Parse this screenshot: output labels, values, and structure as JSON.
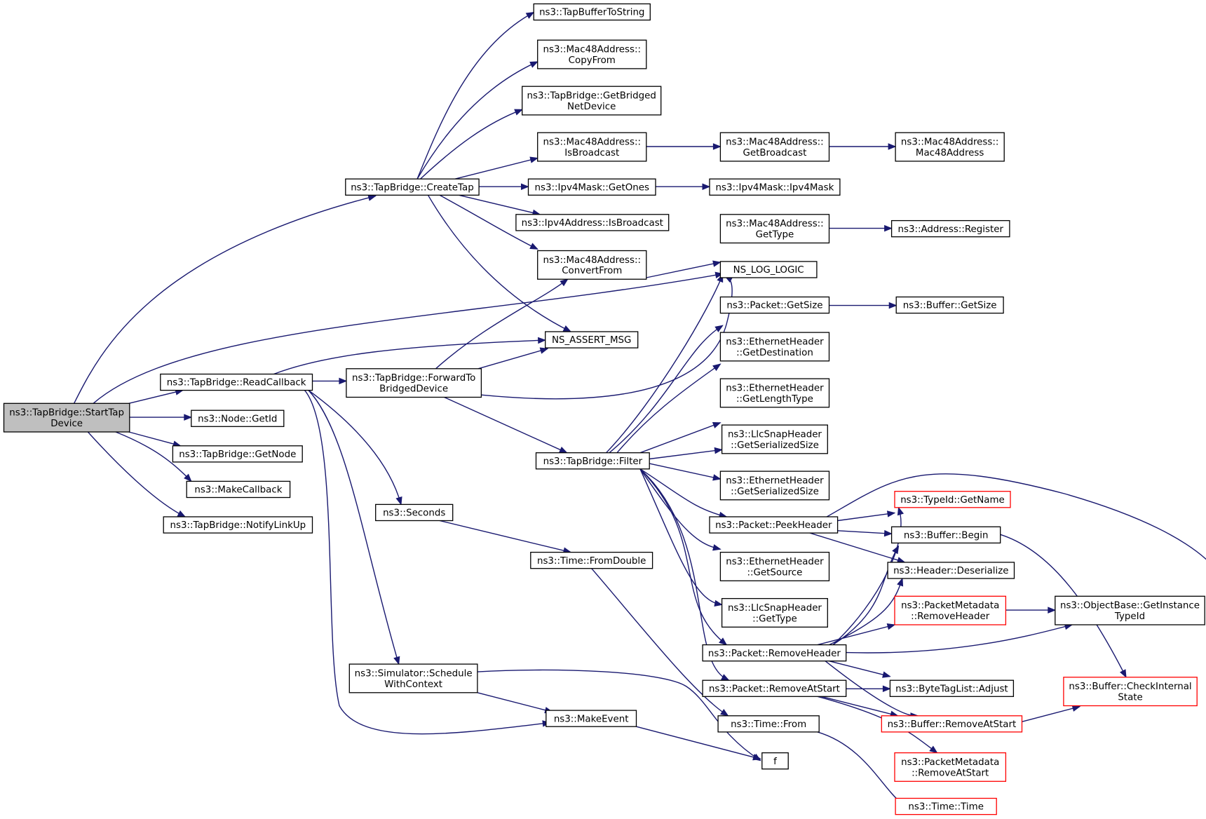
{
  "graph": {
    "title": "",
    "colors": {
      "edge": "#191970",
      "node_border": "#000000",
      "node_border_unlinked": "#ff0000",
      "root_fill": "#bfbfbf",
      "node_fill": "#ffffff"
    },
    "nodes": [
      {
        "id": "start",
        "lines": [
          "ns3::TapBridge::StartTap",
          "Device"
        ],
        "style": "root"
      },
      {
        "id": "createtap",
        "lines": [
          "ns3::TapBridge::CreateTap"
        ],
        "style": "normal"
      },
      {
        "id": "readcb",
        "lines": [
          "ns3::TapBridge::ReadCallback"
        ],
        "style": "normal"
      },
      {
        "id": "getid",
        "lines": [
          "ns3::Node::GetId"
        ],
        "style": "normal"
      },
      {
        "id": "getnode",
        "lines": [
          "ns3::TapBridge::GetNode"
        ],
        "style": "normal"
      },
      {
        "id": "makecb",
        "lines": [
          "ns3::MakeCallback"
        ],
        "style": "normal"
      },
      {
        "id": "notify",
        "lines": [
          "ns3::TapBridge::NotifyLinkUp"
        ],
        "style": "normal"
      },
      {
        "id": "tapbuf",
        "lines": [
          "ns3::TapBufferToString"
        ],
        "style": "normal"
      },
      {
        "id": "copyfrom",
        "lines": [
          "ns3::Mac48Address::",
          "CopyFrom"
        ],
        "style": "normal"
      },
      {
        "id": "getbridged",
        "lines": [
          "ns3::TapBridge::GetBridged",
          "NetDevice"
        ],
        "style": "normal"
      },
      {
        "id": "isbcast48",
        "lines": [
          "ns3::Mac48Address::",
          "IsBroadcast"
        ],
        "style": "normal"
      },
      {
        "id": "getones",
        "lines": [
          "ns3::Ipv4Mask::GetOnes"
        ],
        "style": "normal"
      },
      {
        "id": "isbcast4",
        "lines": [
          "ns3::Ipv4Address::IsBroadcast"
        ],
        "style": "normal"
      },
      {
        "id": "convfrom",
        "lines": [
          "ns3::Mac48Address::",
          "ConvertFrom"
        ],
        "style": "normal"
      },
      {
        "id": "assert",
        "lines": [
          "NS_ASSERT_MSG"
        ],
        "style": "normal"
      },
      {
        "id": "forward",
        "lines": [
          "ns3::TapBridge::ForwardTo",
          "BridgedDevice"
        ],
        "style": "normal"
      },
      {
        "id": "seconds",
        "lines": [
          "ns3::Seconds"
        ],
        "style": "normal"
      },
      {
        "id": "schedule",
        "lines": [
          "ns3::Simulator::Schedule",
          "WithContext"
        ],
        "style": "normal"
      },
      {
        "id": "makeevent",
        "lines": [
          "ns3::MakeEvent"
        ],
        "style": "normal"
      },
      {
        "id": "filter",
        "lines": [
          "ns3::TapBridge::Filter"
        ],
        "style": "normal"
      },
      {
        "id": "fromdouble",
        "lines": [
          "ns3::Time::FromDouble"
        ],
        "style": "normal"
      },
      {
        "id": "getbroadcast",
        "lines": [
          "ns3::Mac48Address::",
          "GetBroadcast"
        ],
        "style": "normal"
      },
      {
        "id": "mac48ctor",
        "lines": [
          "ns3::Mac48Address::",
          "Mac48Address"
        ],
        "style": "normal"
      },
      {
        "id": "ipv4mask",
        "lines": [
          "ns3::Ipv4Mask::Ipv4Mask"
        ],
        "style": "normal"
      },
      {
        "id": "gettype48",
        "lines": [
          "ns3::Mac48Address::",
          "GetType"
        ],
        "style": "normal"
      },
      {
        "id": "register",
        "lines": [
          "ns3::Address::Register"
        ],
        "style": "normal"
      },
      {
        "id": "nslog",
        "lines": [
          "NS_LOG_LOGIC"
        ],
        "style": "normal"
      },
      {
        "id": "pktsize",
        "lines": [
          "ns3::Packet::GetSize"
        ],
        "style": "normal"
      },
      {
        "id": "bufsize",
        "lines": [
          "ns3::Buffer::GetSize"
        ],
        "style": "normal"
      },
      {
        "id": "ethdest",
        "lines": [
          "ns3::EthernetHeader",
          "::GetDestination"
        ],
        "style": "normal"
      },
      {
        "id": "ethlen",
        "lines": [
          "ns3::EthernetHeader",
          "::GetLengthType"
        ],
        "style": "normal"
      },
      {
        "id": "llcser",
        "lines": [
          "ns3::LlcSnapHeader",
          "::GetSerializedSize"
        ],
        "style": "normal"
      },
      {
        "id": "ethser",
        "lines": [
          "ns3::EthernetHeader",
          "::GetSerializedSize"
        ],
        "style": "normal"
      },
      {
        "id": "peek",
        "lines": [
          "ns3::Packet::PeekHeader"
        ],
        "style": "normal"
      },
      {
        "id": "ethsrc",
        "lines": [
          "ns3::EthernetHeader",
          "::GetSource"
        ],
        "style": "normal"
      },
      {
        "id": "llctype",
        "lines": [
          "ns3::LlcSnapHeader",
          "::GetType"
        ],
        "style": "normal"
      },
      {
        "id": "rmheader",
        "lines": [
          "ns3::Packet::RemoveHeader"
        ],
        "style": "normal"
      },
      {
        "id": "rmatstart",
        "lines": [
          "ns3::Packet::RemoveAtStart"
        ],
        "style": "normal"
      },
      {
        "id": "timefrom",
        "lines": [
          "ns3::Time::From"
        ],
        "style": "normal"
      },
      {
        "id": "f",
        "lines": [
          "f"
        ],
        "style": "normal"
      },
      {
        "id": "typeidname",
        "lines": [
          "ns3::TypeId::GetName"
        ],
        "style": "red"
      },
      {
        "id": "bufbegin",
        "lines": [
          "ns3::Buffer::Begin"
        ],
        "style": "normal"
      },
      {
        "id": "hdrdeser",
        "lines": [
          "ns3::Header::Deserialize"
        ],
        "style": "normal"
      },
      {
        "id": "pmrmheader",
        "lines": [
          "ns3::PacketMetadata",
          "::RemoveHeader"
        ],
        "style": "red"
      },
      {
        "id": "btladjust",
        "lines": [
          "ns3::ByteTagList::Adjust"
        ],
        "style": "normal"
      },
      {
        "id": "bufrmstart",
        "lines": [
          "ns3::Buffer::RemoveAtStart"
        ],
        "style": "red"
      },
      {
        "id": "pmrmstart",
        "lines": [
          "ns3::PacketMetadata",
          "::RemoveAtStart"
        ],
        "style": "red"
      },
      {
        "id": "timetime",
        "lines": [
          "ns3::Time::Time"
        ],
        "style": "red"
      },
      {
        "id": "objinst",
        "lines": [
          "ns3::ObjectBase::GetInstance",
          "TypeId"
        ],
        "style": "normal"
      },
      {
        "id": "bufcheck",
        "lines": [
          "ns3::Buffer::CheckInternal",
          "State"
        ],
        "style": "red"
      }
    ],
    "edges": [
      [
        "start",
        "createtap"
      ],
      [
        "start",
        "nslog"
      ],
      [
        "start",
        "readcb"
      ],
      [
        "start",
        "getid"
      ],
      [
        "start",
        "getnode"
      ],
      [
        "start",
        "makecb"
      ],
      [
        "start",
        "notify"
      ],
      [
        "createtap",
        "tapbuf"
      ],
      [
        "createtap",
        "copyfrom"
      ],
      [
        "createtap",
        "getbridged"
      ],
      [
        "createtap",
        "isbcast48"
      ],
      [
        "createtap",
        "getones"
      ],
      [
        "createtap",
        "isbcast4"
      ],
      [
        "createtap",
        "convfrom"
      ],
      [
        "createtap",
        "assert"
      ],
      [
        "readcb",
        "assert"
      ],
      [
        "readcb",
        "forward"
      ],
      [
        "readcb",
        "seconds"
      ],
      [
        "readcb",
        "schedule"
      ],
      [
        "readcb",
        "makeevent"
      ],
      [
        "forward",
        "convfrom"
      ],
      [
        "forward",
        "assert"
      ],
      [
        "forward",
        "nslog"
      ],
      [
        "forward",
        "filter"
      ],
      [
        "isbcast48",
        "getbroadcast"
      ],
      [
        "getbroadcast",
        "mac48ctor"
      ],
      [
        "getones",
        "ipv4mask"
      ],
      [
        "convfrom",
        "gettype48"
      ],
      [
        "gettype48",
        "register"
      ],
      [
        "seconds",
        "fromdouble"
      ],
      [
        "fromdouble",
        "timefrom"
      ],
      [
        "schedule",
        "makeevent"
      ],
      [
        "schedule",
        "f"
      ],
      [
        "makeevent",
        "f"
      ],
      [
        "filter",
        "nslog"
      ],
      [
        "filter",
        "pktsize"
      ],
      [
        "filter",
        "ethdest"
      ],
      [
        "filter",
        "ethlen"
      ],
      [
        "filter",
        "llcser"
      ],
      [
        "filter",
        "ethser"
      ],
      [
        "filter",
        "peek"
      ],
      [
        "filter",
        "ethsrc"
      ],
      [
        "filter",
        "llctype"
      ],
      [
        "filter",
        "rmheader"
      ],
      [
        "filter",
        "rmatstart"
      ],
      [
        "pktsize",
        "bufsize"
      ],
      [
        "peek",
        "objinst"
      ],
      [
        "peek",
        "typeidname"
      ],
      [
        "peek",
        "bufbegin"
      ],
      [
        "peek",
        "hdrdeser"
      ],
      [
        "rmheader",
        "typeidname"
      ],
      [
        "rmheader",
        "bufbegin"
      ],
      [
        "rmheader",
        "hdrdeser"
      ],
      [
        "rmheader",
        "pmrmheader"
      ],
      [
        "rmheader",
        "objinst"
      ],
      [
        "rmheader",
        "btladjust"
      ],
      [
        "rmheader",
        "bufrmstart"
      ],
      [
        "rmatstart",
        "btladjust"
      ],
      [
        "rmatstart",
        "bufrmstart"
      ],
      [
        "rmatstart",
        "pmrmstart"
      ],
      [
        "timefrom",
        "timetime"
      ],
      [
        "pmrmheader",
        "objinst"
      ],
      [
        "bufbegin",
        "bufcheck"
      ],
      [
        "bufrmstart",
        "bufcheck"
      ]
    ]
  }
}
